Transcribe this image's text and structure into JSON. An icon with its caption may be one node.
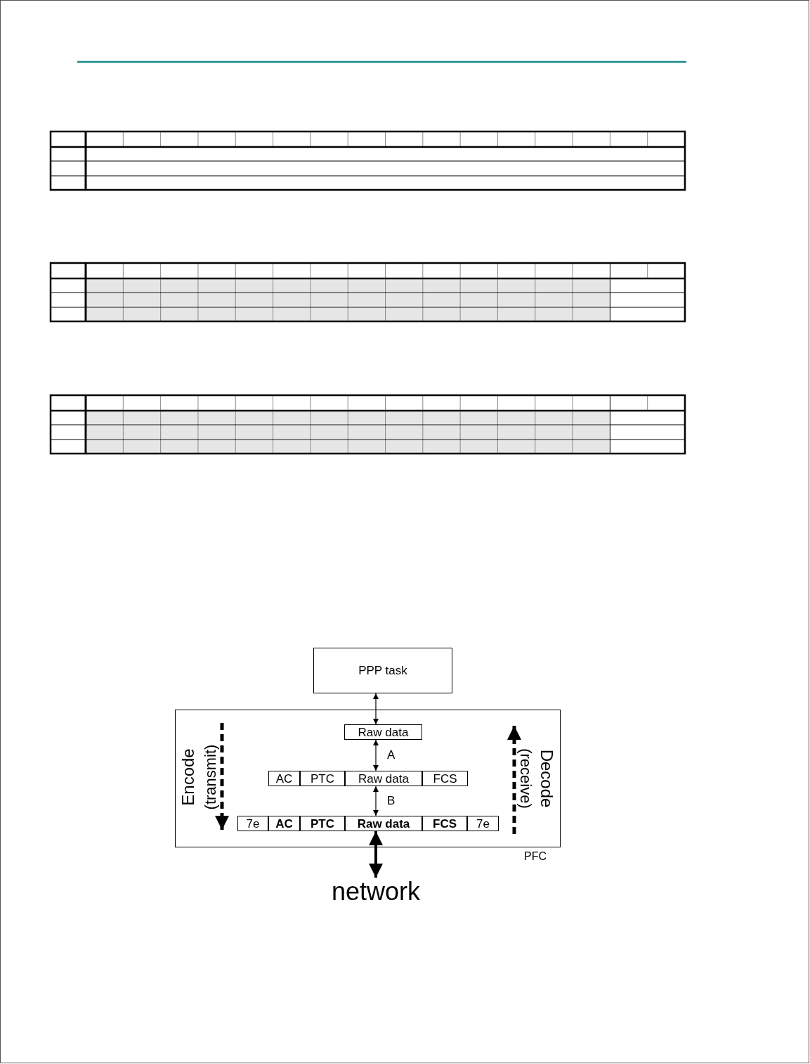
{
  "diagram": {
    "nodes": [
      {
        "text": [
          "PPP task"
        ]
      },
      {
        "text": [],
        "shape": "box",
        "beside": [
          "PFC"
        ]
      },
      {
        "text": [
          "Raw data"
        ],
        "in": 1
      },
      {
        "text": [
          "AC"
        ],
        "in": 1
      },
      {
        "text": [
          "PTC"
        ],
        "in": 1
      },
      {
        "text": [
          "Raw data"
        ],
        "in": 1
      },
      {
        "text": [
          "FCS"
        ],
        "in": 1
      },
      {
        "text": [
          "7e"
        ],
        "in": 1
      },
      {
        "text": [
          "AC"
        ],
        "in": 1
      },
      {
        "text": [
          "PTC"
        ],
        "in": 1
      },
      {
        "text": [
          "Raw data"
        ],
        "in": 1
      },
      {
        "text": [
          "FCS"
        ],
        "in": 1
      },
      {
        "text": [
          "7e"
        ],
        "in": 1
      },
      {
        "text": [
          "network"
        ]
      }
    ],
    "edges": [
      {
        "from": 0,
        "to": 2,
        "arrow": "both"
      },
      {
        "from": 2,
        "to": 5,
        "arrow": "both",
        "label": "A"
      },
      {
        "from": 5,
        "to": 10,
        "arrow": "both",
        "label": "B"
      },
      {
        "from": 10,
        "to": 13,
        "arrow": "both",
        "style": "thick"
      }
    ],
    "labels": [
      "Encode",
      "(transmit)",
      "(receive)",
      "Decode"
    ]
  }
}
